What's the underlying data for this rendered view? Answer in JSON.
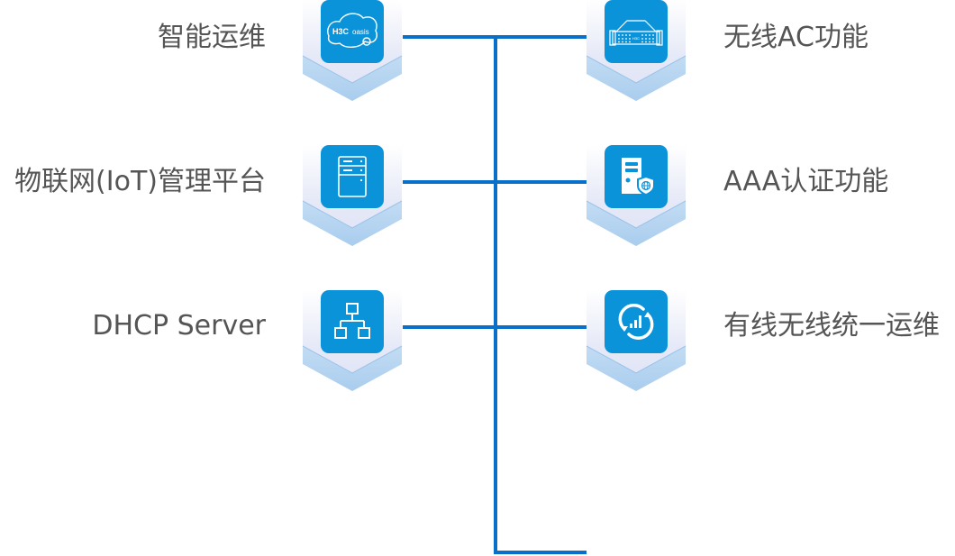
{
  "diagram": {
    "accent_color": "#0a6fc8",
    "tile_color": "#0b93da",
    "left_items": [
      {
        "label": "智能运维",
        "icon": "cloud-oasis-icon",
        "logo_text": "H3C",
        "logo_sub": "oasis"
      },
      {
        "label": "物联网(IoT)管理平台",
        "icon": "server-cabinet-icon"
      },
      {
        "label": "DHCP Server",
        "icon": "network-topology-icon"
      }
    ],
    "right_items": [
      {
        "label": "无线AC功能",
        "icon": "rack-device-icon",
        "device_text": "H3C"
      },
      {
        "label": "AAA认证功能",
        "icon": "server-shield-icon"
      },
      {
        "label": "有线无线统一运维",
        "icon": "sync-chart-icon"
      }
    ]
  }
}
